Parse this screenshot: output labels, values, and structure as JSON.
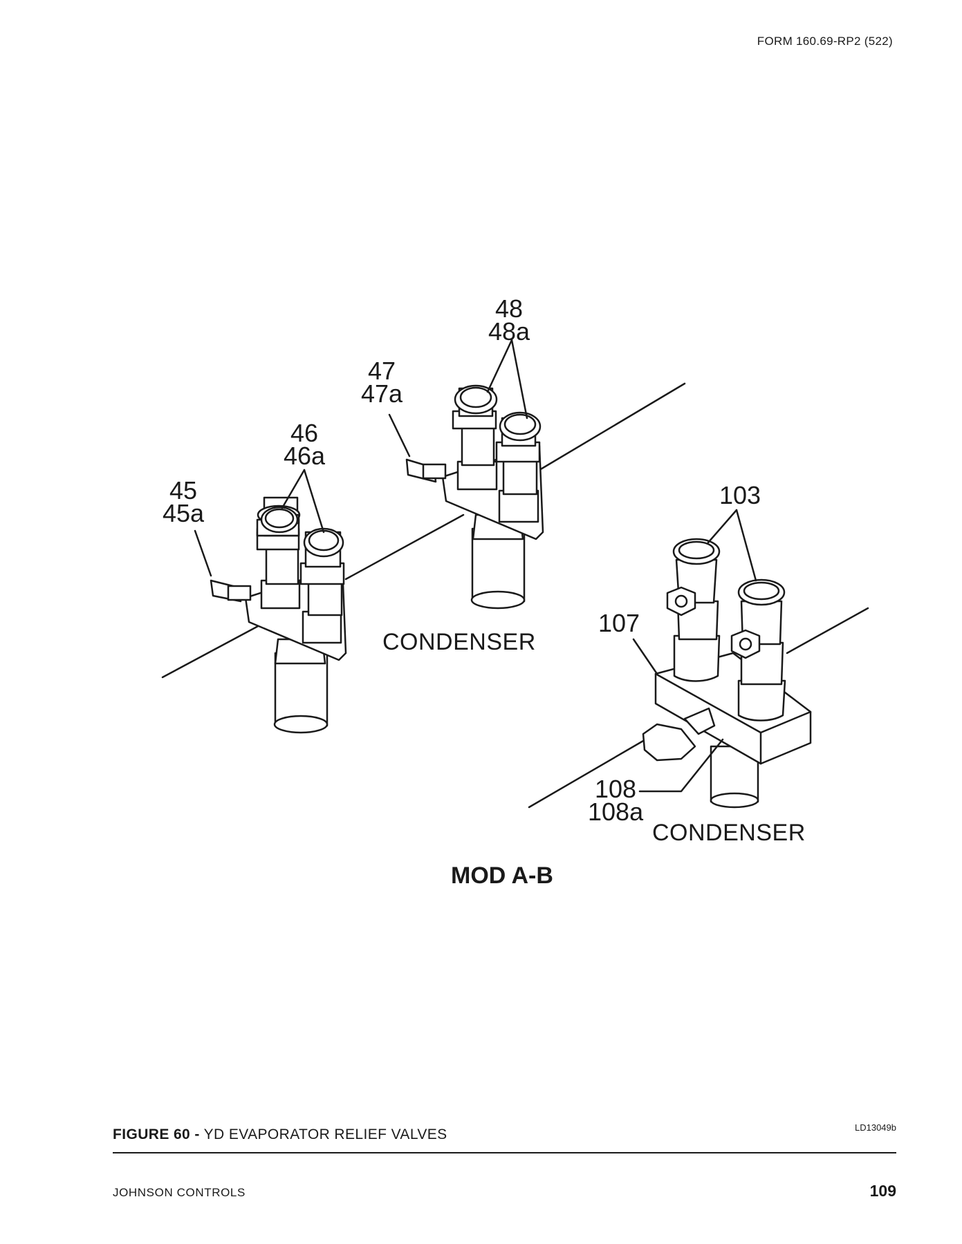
{
  "header": {
    "form_number": "FORM 160.69-RP2 (522)"
  },
  "callouts": {
    "c45": [
      "45",
      "45a"
    ],
    "c46": [
      "46",
      "46a"
    ],
    "c47": [
      "47",
      "47a"
    ],
    "c48": [
      "48",
      "48a"
    ],
    "c103": [
      "103"
    ],
    "c107": [
      "107"
    ],
    "c108": [
      "108",
      "108a"
    ]
  },
  "labels": {
    "condenser_1": "CONDENSER",
    "condenser_2": "CONDENSER",
    "model": "MOD A-B"
  },
  "figure": {
    "number": "FIGURE 60 -",
    "title": "YD EVAPORATOR RELIEF VALVES",
    "drawing_id": "LD13049b"
  },
  "footer": {
    "company": "JOHNSON CONTROLS",
    "page_number": "109"
  }
}
